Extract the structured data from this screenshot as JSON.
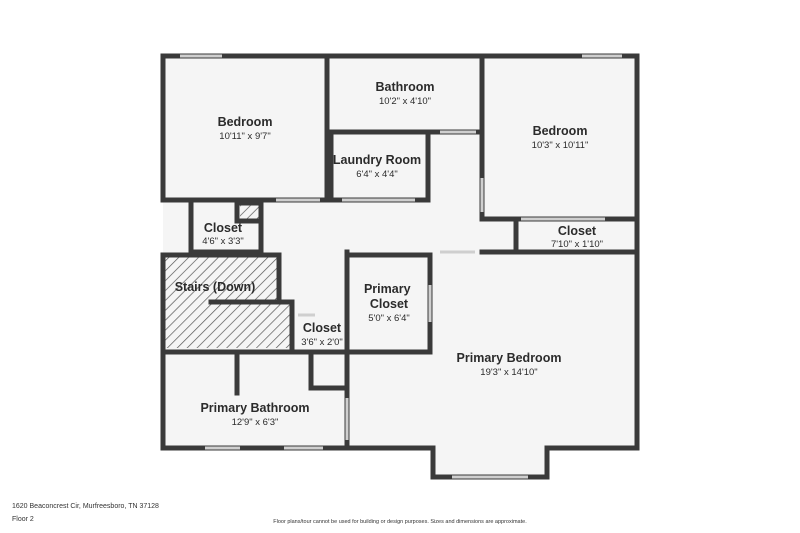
{
  "floorplan": {
    "rooms": [
      {
        "id": "bedroom-1",
        "name": "Bedroom",
        "dims": "10'11\" x 9'7\""
      },
      {
        "id": "bathroom",
        "name": "Bathroom",
        "dims": "10'2\" x 4'10\""
      },
      {
        "id": "bedroom-2",
        "name": "Bedroom",
        "dims": "10'3\" x 10'11\""
      },
      {
        "id": "laundry",
        "name": "Laundry Room",
        "dims": "6'4\" x 4'4\""
      },
      {
        "id": "closet-1",
        "name": "Closet",
        "dims": "4'6\" x 3'3\""
      },
      {
        "id": "closet-2",
        "name": "Closet",
        "dims": "7'10\" x 1'10\""
      },
      {
        "id": "stairs",
        "name": "Stairs (Down)",
        "dims": ""
      },
      {
        "id": "primary-closet",
        "name": "Primary\nCloset",
        "dims": "5'0\" x 6'4\""
      },
      {
        "id": "closet-3",
        "name": "Closet",
        "dims": "3'6\" x 2'0\""
      },
      {
        "id": "primary-bedroom",
        "name": "Primary Bedroom",
        "dims": "19'3\" x 14'10\""
      },
      {
        "id": "primary-bathroom",
        "name": "Primary Bathroom",
        "dims": "12'9\" x 6'3\""
      }
    ]
  },
  "footer": {
    "address": "1620 Beaconcrest Cir, Murfreesboro, TN 37128",
    "floor": "Floor 2",
    "disclaimer": "Floor plans/tour cannot be used for building or design purposes. Sizes and dimensions are approximate."
  },
  "colors": {
    "wall": "#3a3a3a",
    "floor": "#f5f5f5",
    "window": "#c9c9c9",
    "background": "#ffffff"
  }
}
